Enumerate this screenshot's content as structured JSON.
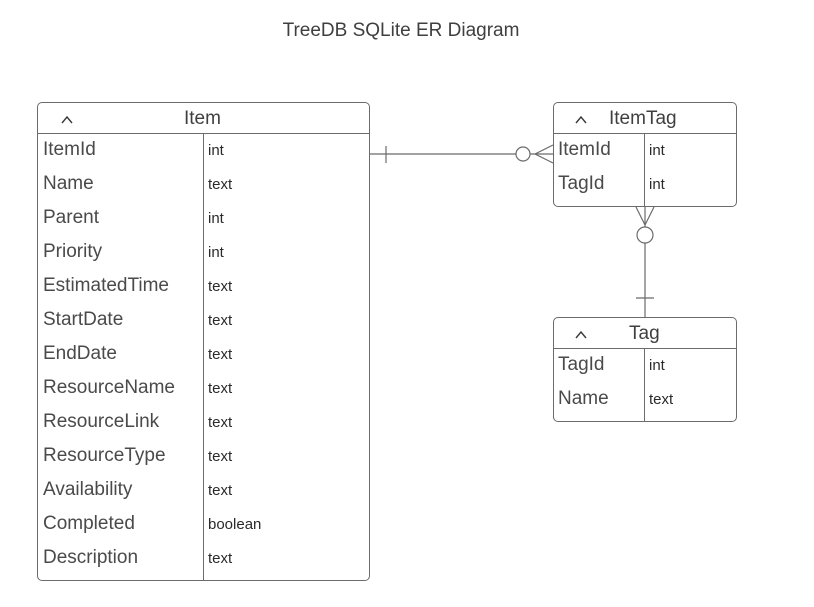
{
  "diagram": {
    "title": "TreeDB SQLite ER Diagram"
  },
  "entities": {
    "item": {
      "name": "Item",
      "fields": [
        {
          "name": "ItemId",
          "type": "int"
        },
        {
          "name": "Name",
          "type": "text"
        },
        {
          "name": "Parent",
          "type": "int"
        },
        {
          "name": "Priority",
          "type": "int"
        },
        {
          "name": "EstimatedTime",
          "type": "text"
        },
        {
          "name": "StartDate",
          "type": "text"
        },
        {
          "name": "EndDate",
          "type": "text"
        },
        {
          "name": "ResourceName",
          "type": "text"
        },
        {
          "name": "ResourceLink",
          "type": "text"
        },
        {
          "name": "ResourceType",
          "type": "text"
        },
        {
          "name": "Availability",
          "type": "text"
        },
        {
          "name": "Completed",
          "type": "boolean"
        },
        {
          "name": "Description",
          "type": "text"
        }
      ]
    },
    "itemtag": {
      "name": "ItemTag",
      "fields": [
        {
          "name": "ItemId",
          "type": "int"
        },
        {
          "name": "TagId",
          "type": "int"
        }
      ]
    },
    "tag": {
      "name": "Tag",
      "fields": [
        {
          "name": "TagId",
          "type": "int"
        },
        {
          "name": "Name",
          "type": "text"
        }
      ]
    }
  },
  "colors": {
    "border": "#6b6b6b",
    "text": "#4a4a4a",
    "connector": "#6b6b6b"
  },
  "icons": {
    "collapse": "chevron-up-icon"
  }
}
